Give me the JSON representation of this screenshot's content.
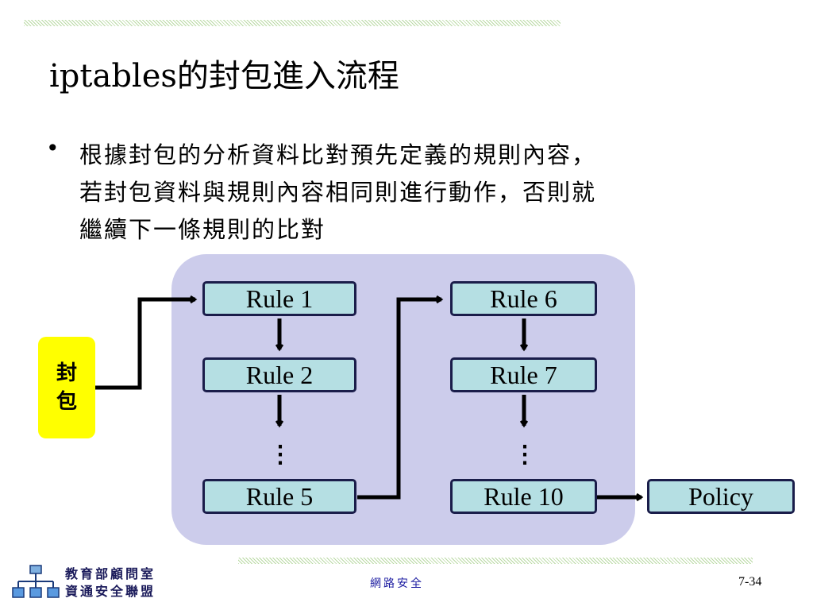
{
  "slide": {
    "title": "iptables的封包進入流程",
    "bullet": "•",
    "bullet_lines": [
      "根據封包的分析資料比對預先定義的規則內容，",
      "若封包資料與規則內容相同則進行動作，否則就",
      "繼續下一條規則的比對"
    ]
  },
  "diagram": {
    "packet_label": [
      "封",
      "包"
    ],
    "rules": [
      "Rule 1",
      "Rule 2",
      "Rule 5",
      "Rule 6",
      "Rule 7",
      "Rule 10"
    ],
    "ellipsis": "⋮",
    "policy": "Policy"
  },
  "footer": {
    "org_lines": [
      "教育部顧問室",
      "資通安全聯盟"
    ],
    "center_text": "網路安全",
    "page_number": "7-34"
  },
  "colors": {
    "panel": "#cccceb",
    "rule_fill": "#b5dfe3",
    "rule_border": "#1a1d4a",
    "packet_fill": "#ffff00",
    "hatch": "#b9d9a3"
  }
}
